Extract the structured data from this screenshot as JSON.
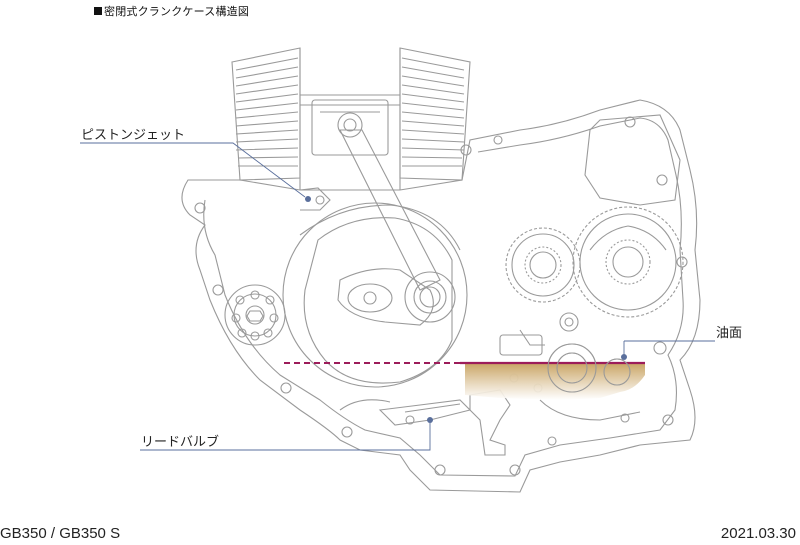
{
  "title": "密閉式クランクケース構造図",
  "labels": {
    "piston_jet": "ピストンジェット",
    "oil_level": "油面",
    "reed_valve": "リードバルブ"
  },
  "footer": {
    "model": "GB350 / GB350 S",
    "date": "2021.03.30"
  },
  "colors": {
    "line": "#9a9a9a",
    "callout": "#5a6f9c",
    "oil_level_line": "#9c1c5a",
    "oil_fill_top": "#c9a463",
    "oil_fill_bottom": "#ffffff"
  }
}
